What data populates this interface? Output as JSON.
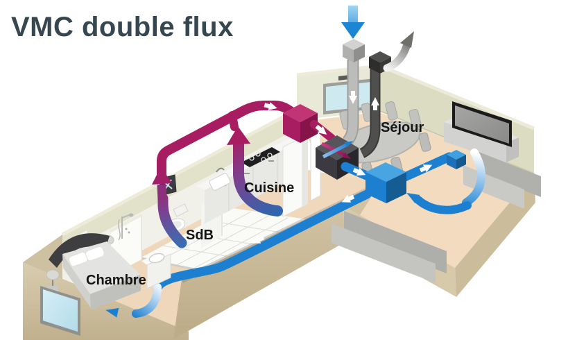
{
  "title": "VMC double flux",
  "rooms": {
    "chambre": "Chambre",
    "sdb": "SdB",
    "cuisine": "Cuisine",
    "sejour": "Séjour"
  },
  "colors": {
    "title_text": "#36474f",
    "room_label_text": "#141414",
    "extraction_duct": "#a81d62",
    "supply_duct": "#1d7fd0",
    "fresh_air_arrow": "#1d86d4",
    "exhaust_arrow": "#6f6f6c",
    "heat_exchanger_box": "#3a3a40",
    "collector_box": "#a81d62",
    "supply_plenum_box": "#1d7fd0",
    "wall_olive": "#e2e2ca",
    "wall_white": "#f1f0e9",
    "floor_peach": "#f3dbbf",
    "tile_floor": "#fafaf7",
    "plinth_tan": "#d5c8aa"
  },
  "flows": {
    "fresh_air_intake": {
      "icon": "blue-down-arrow",
      "color": "#1d86d4"
    },
    "stale_air_exhaust": {
      "icon": "gray-curved-up-arrow",
      "color": "#6f6f6c"
    },
    "extraction": {
      "icon": "magenta-up-arrows",
      "color": "#a81d62",
      "from": [
        "SdB",
        "Cuisine"
      ]
    },
    "supply": {
      "icon": "blue-curved-arrows",
      "color": "#1d7fd0",
      "to": [
        "Séjour",
        "Chambre"
      ]
    }
  }
}
